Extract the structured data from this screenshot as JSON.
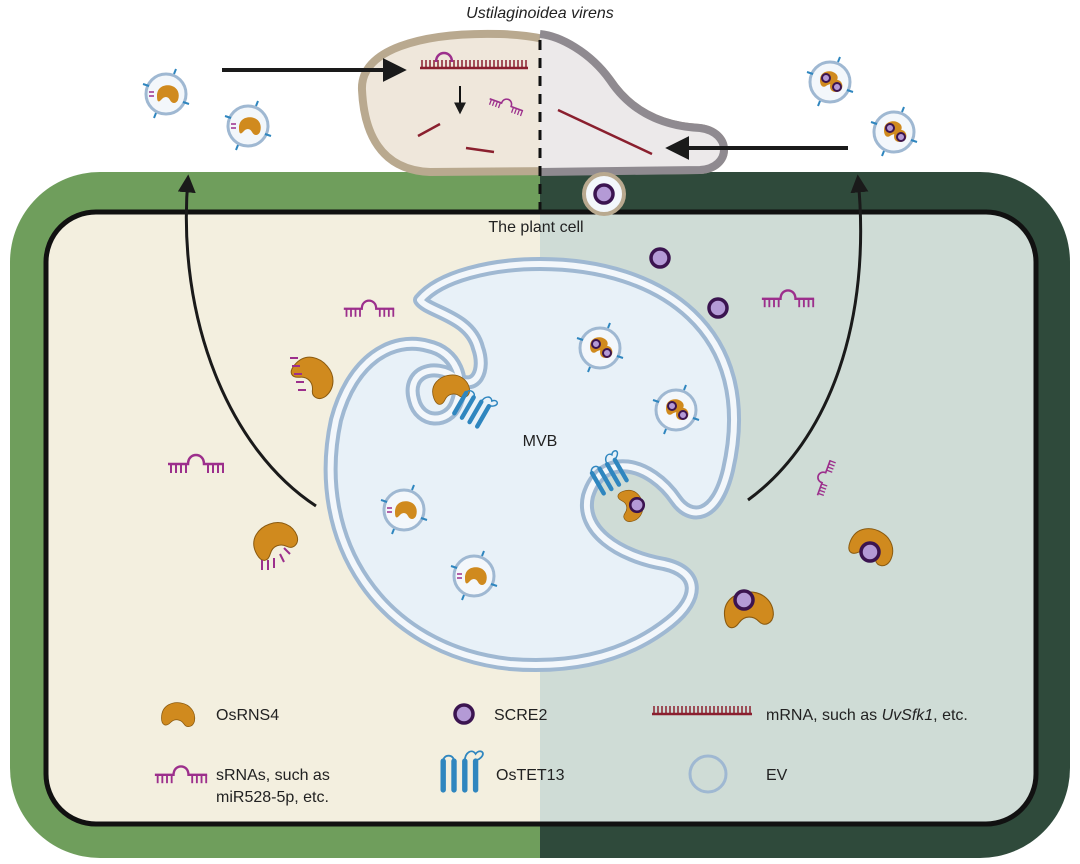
{
  "diagram": {
    "organism_label": "Ustilaginoidea virens",
    "cell_label": "The plant cell",
    "compartment_label": "MVB"
  },
  "legend": {
    "osrns4": "OsRNS4",
    "scre2": "SCRE2",
    "mrna_prefix": "mRNA, such as ",
    "mrna_gene": "UvSfk1",
    "mrna_suffix": ", etc.",
    "srna_line1": "sRNAs, such as",
    "srna_line2": "miR528-5p, etc.",
    "ostet13": "OsTET13",
    "ev": "EV"
  },
  "colors": {
    "wall_left": "#6f9e5c",
    "wall_right": "#2f4a3b",
    "cyto_left": "#f3efdf",
    "cyto_right": "#cfdcd6",
    "mvb_fill": "#e8f1f8",
    "mvb_stroke": "#9fb8d2",
    "osrns4": "#d08a1e",
    "scre2_fill": "#b49ad6",
    "scre2_stroke": "#3b1450",
    "srna": "#9c2f8c",
    "mrna": "#8a1f2e",
    "tet13": "#2f86bf"
  }
}
